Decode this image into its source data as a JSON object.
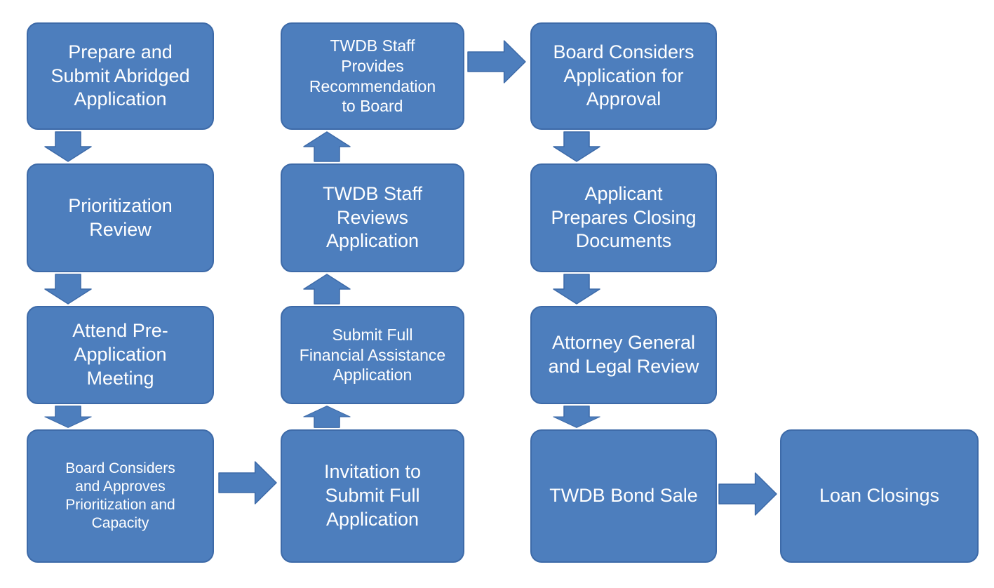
{
  "diagram": {
    "description": "TWDB financial assistance application process flowchart",
    "colors": {
      "background": "#ffffff",
      "box_fill": "#4d7ebd",
      "box_border": "#3d6aa8",
      "text": "#ffffff"
    },
    "nodes": {
      "prepare_submit_abridged": {
        "label": "Prepare and\nSubmit Abridged\nApplication"
      },
      "prioritization_review": {
        "label": "Prioritization\nReview"
      },
      "attend_pre_application_meeting": {
        "label": "Attend Pre-\nApplication\nMeeting"
      },
      "board_considers_prioritization": {
        "label": "Board Considers\nand Approves\nPrioritization and\nCapacity"
      },
      "twdb_staff_recommendation": {
        "label": "TWDB Staff\nProvides\nRecommendation\nto Board"
      },
      "twdb_staff_reviews": {
        "label": "TWDB Staff\nReviews\nApplication"
      },
      "submit_full_financial": {
        "label": "Submit Full\nFinancial Assistance\nApplication"
      },
      "invitation_submit_full": {
        "label": "Invitation to\nSubmit Full\nApplication"
      },
      "board_considers_application": {
        "label": "Board Considers\nApplication for\nApproval"
      },
      "applicant_prepares_closing": {
        "label": "Applicant\nPrepares Closing\nDocuments"
      },
      "attorney_general_review": {
        "label": "Attorney General\nand Legal Review"
      },
      "twdb_bond_sale": {
        "label": "TWDB Bond Sale"
      },
      "loan_closings": {
        "label": "Loan Closings"
      }
    },
    "edges": [
      {
        "from": "prepare_submit_abridged",
        "to": "prioritization_review",
        "direction": "down"
      },
      {
        "from": "prioritization_review",
        "to": "attend_pre_application_meeting",
        "direction": "down"
      },
      {
        "from": "attend_pre_application_meeting",
        "to": "board_considers_prioritization",
        "direction": "down"
      },
      {
        "from": "board_considers_prioritization",
        "to": "invitation_submit_full",
        "direction": "right"
      },
      {
        "from": "invitation_submit_full",
        "to": "submit_full_financial",
        "direction": "up"
      },
      {
        "from": "submit_full_financial",
        "to": "twdb_staff_reviews",
        "direction": "up"
      },
      {
        "from": "twdb_staff_reviews",
        "to": "twdb_staff_recommendation",
        "direction": "up"
      },
      {
        "from": "twdb_staff_recommendation",
        "to": "board_considers_application",
        "direction": "right"
      },
      {
        "from": "board_considers_application",
        "to": "applicant_prepares_closing",
        "direction": "down"
      },
      {
        "from": "applicant_prepares_closing",
        "to": "attorney_general_review",
        "direction": "down"
      },
      {
        "from": "attorney_general_review",
        "to": "twdb_bond_sale",
        "direction": "down"
      },
      {
        "from": "twdb_bond_sale",
        "to": "loan_closings",
        "direction": "right"
      }
    ]
  }
}
